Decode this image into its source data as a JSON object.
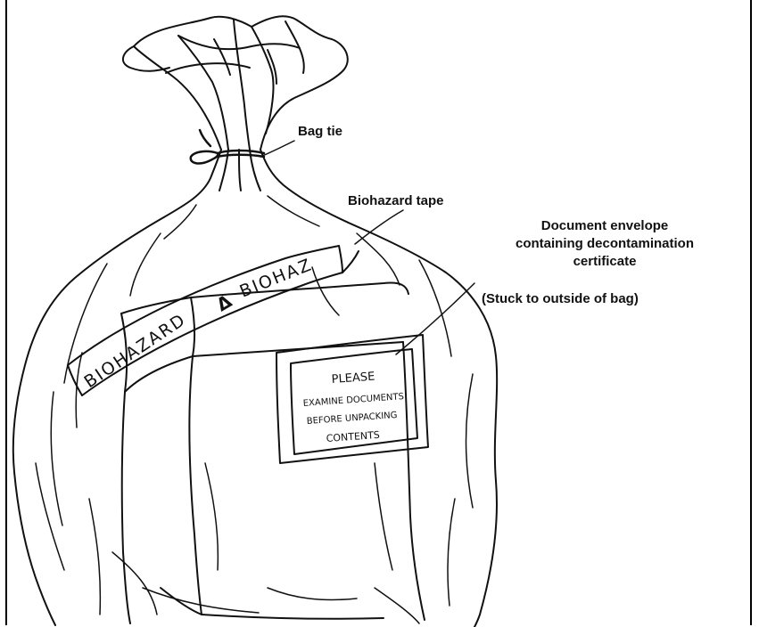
{
  "labels": {
    "bag_tie": "Bag tie",
    "biohazard_tape": "Biohazard tape",
    "envelope_line1": "Document envelope",
    "envelope_line2": "containing decontamination",
    "envelope_line3": "certificate",
    "stuck_note": "(Stuck to outside of bag)"
  },
  "tape_text": {
    "segment1": "BIOHAZARD",
    "symbol": "Δ",
    "segment2": "BIOHAZ"
  },
  "envelope_note": {
    "line1": "PLEASE",
    "line2": "EXAMINE DOCUMENTS",
    "line3": "BEFORE UNPACKING",
    "line4": "CONTENTS"
  }
}
